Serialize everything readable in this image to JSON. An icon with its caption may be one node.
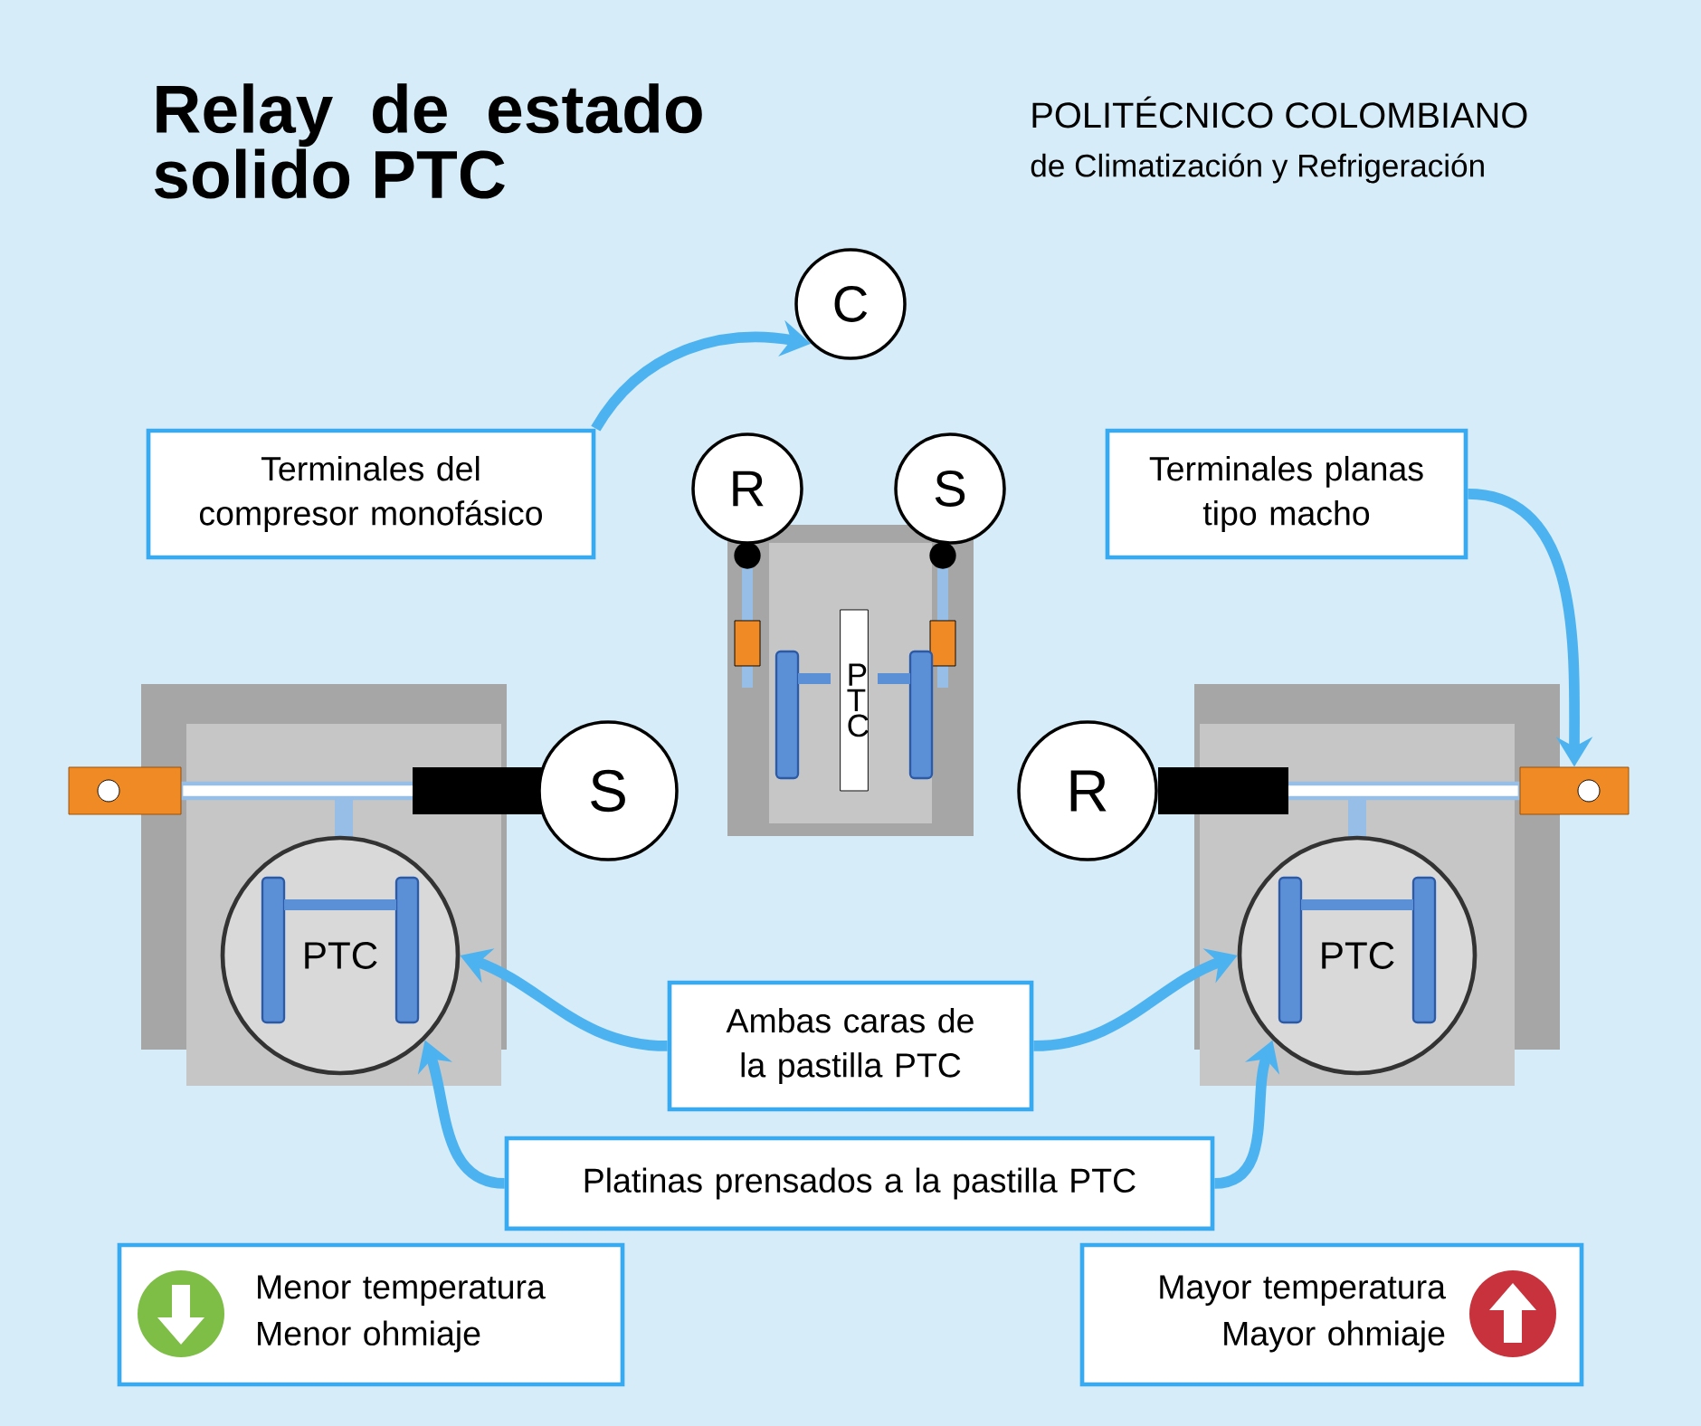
{
  "diagram": {
    "title": "Relay de estado solido PTC",
    "nodes": [
      {
        "text": [
          "C"
        ]
      },
      {
        "text": [
          "Terminales del compresor monofásico"
        ]
      },
      {
        "text": [
          "R"
        ]
      },
      {
        "text": [
          "S"
        ]
      },
      {
        "text": [
          "P T C"
        ]
      },
      {
        "text": [
          "Terminales planas tipo macho"
        ]
      },
      {
        "text": [
          "PTC"
        ]
      },
      {
        "text": [
          "S"
        ]
      },
      {
        "text": [
          "R"
        ]
      },
      {
        "text": [
          "PTC"
        ]
      },
      {
        "text": [
          "Ambas caras de la pastilla PTC"
        ]
      },
      {
        "text": [
          "Platinas prensados a la pastilla PTC"
        ]
      },
      {
        "text": [
          "Menor temperatura Menor ohmiaje"
        ]
      },
      {
        "text": [
          "Mayor temperatura Mayor ohmiaje"
        ]
      },
      {
        "text": [],
        "shape": "box"
      }
    ],
    "edges": [
      {
        "from": 1,
        "to": 0,
        "arrow": "to"
      },
      {
        "from": 5,
        "to": 14,
        "arrow": "to"
      },
      {
        "from": 10,
        "to": 6,
        "arrow": "to"
      },
      {
        "from": 10,
        "to": 9,
        "arrow": "to"
      },
      {
        "from": 11,
        "to": 6,
        "arrow": "to"
      },
      {
        "from": 11,
        "to": 9,
        "arrow": "to"
      }
    ],
    "labels": [
      "POLITÉCNICO COLOMBIANO",
      "de Climatización y Refrigeración"
    ]
  }
}
